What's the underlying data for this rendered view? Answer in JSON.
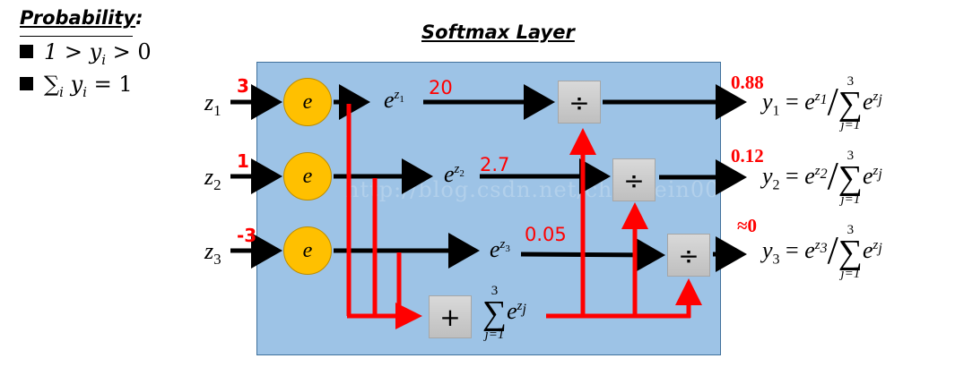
{
  "probability": {
    "title": "Probability",
    "title_suffix": ":",
    "conditions": [
      "1 > y",
      "i",
      " > 0"
    ],
    "sum_condition": [
      "∑",
      "i",
      " y",
      "i",
      " = 1"
    ]
  },
  "layer_title": "Softmax Layer",
  "inputs": [
    {
      "symbol": "z",
      "index": "1",
      "value": "3"
    },
    {
      "symbol": "z",
      "index": "2",
      "value": "1"
    },
    {
      "symbol": "z",
      "index": "3",
      "value": "-3"
    }
  ],
  "exp_node_label": "e",
  "exponentials": [
    {
      "base": "e",
      "exp": "z",
      "index": "1",
      "value": "20"
    },
    {
      "base": "e",
      "exp": "z",
      "index": "2",
      "value": "2.7"
    },
    {
      "base": "e",
      "exp": "z",
      "index": "3",
      "value": "0.05"
    }
  ],
  "divide_symbol": "÷",
  "sum_box_symbol": "+",
  "sum_expression": {
    "upper": "3",
    "sigma": "∑",
    "lower": "j=1",
    "base": "e",
    "exp": "z",
    "exp_index": "j"
  },
  "outputs": [
    {
      "symbol": "y",
      "index": "1",
      "value": "0.88",
      "numerator_index": "1"
    },
    {
      "symbol": "y",
      "index": "2",
      "value": "0.12",
      "numerator_index": "2"
    },
    {
      "symbol": "y",
      "index": "3",
      "value": "≈0",
      "numerator_index": "3"
    }
  ],
  "watermark": "http://blog.csdn.net/chancein007",
  "colors": {
    "layer_fill": "#9dc3e6",
    "node_fill": "#ffc000",
    "highlight": "#ff0000",
    "op_box": "#d0d0d0"
  }
}
